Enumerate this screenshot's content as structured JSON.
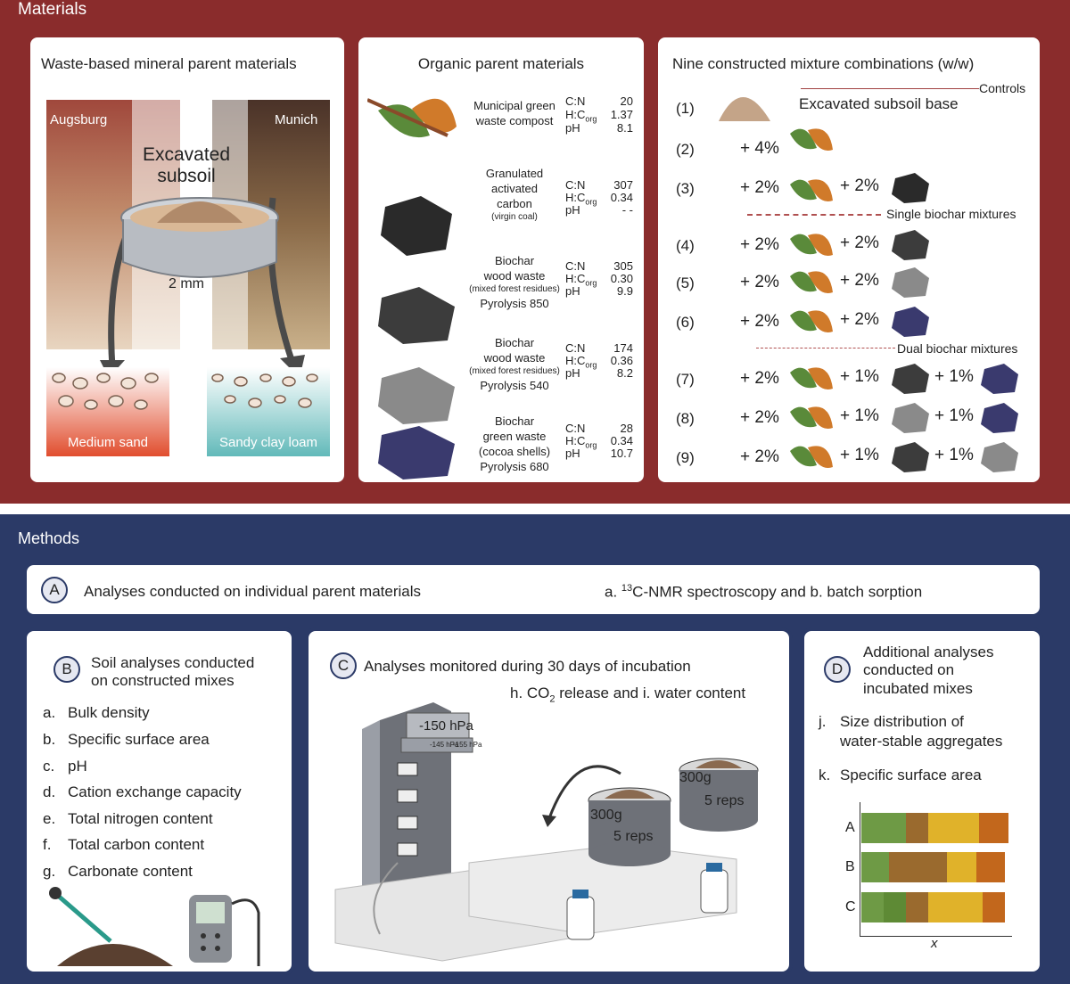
{
  "materials": {
    "section_title": "Materials",
    "mineral": {
      "title": "Waste-based mineral parent materials",
      "city_left": "Augsburg",
      "city_right": "Munich",
      "subsoil": [
        "Excavated",
        "subsoil"
      ],
      "sieve": "2 mm",
      "sand": "Medium sand",
      "loam": "Sandy clay loam"
    },
    "organic": {
      "title": "Organic parent materials",
      "items": [
        {
          "name": [
            "Municipal green",
            "waste compost"
          ],
          "cn": "20",
          "hc": "1.37",
          "ph": "8.1",
          "color": "#5a8a3a"
        },
        {
          "name": [
            "Granulated",
            "activated",
            "carbon",
            "(virgin coal)"
          ],
          "cn": "307",
          "hc": "0.34",
          "ph": "- -",
          "color": "#2a2a2a"
        },
        {
          "name": [
            "Biochar",
            "wood waste",
            "(mixed forest residues)",
            "Pyrolysis 850"
          ],
          "cn": "305",
          "hc": "0.30",
          "ph": "9.9",
          "color": "#3c3c3c"
        },
        {
          "name": [
            "Biochar",
            "wood waste",
            "(mixed forest residues)",
            "Pyrolysis 540"
          ],
          "cn": "174",
          "hc": "0.36",
          "ph": "8.2",
          "color": "#8a8a8a"
        },
        {
          "name": [
            "Biochar",
            "green waste",
            "(cocoa shells)",
            "Pyrolysis 680"
          ],
          "cn": "28",
          "hc": "0.34",
          "ph": "10.7",
          "color": "#3a3a6e"
        }
      ],
      "labels": {
        "cn": "C:N",
        "hc": "H:C",
        "hc_sub": "org",
        "ph": "pH"
      }
    },
    "mixtures": {
      "title": "Nine constructed mixture combinations (w/w)",
      "controls": "Controls",
      "base": "Excavated subsoil base",
      "single": "Single biochar mixtures",
      "dual": "Dual biochar mixtures",
      "rows": [
        {
          "id": "(1)"
        },
        {
          "id": "(2)",
          "p1": "+ 4%"
        },
        {
          "id": "(3)",
          "p1": "+ 2%",
          "p2": "+ 2%"
        },
        {
          "id": "(4)",
          "p1": "+ 2%",
          "p2": "+ 2%"
        },
        {
          "id": "(5)",
          "p1": "+ 2%",
          "p2": "+ 2%"
        },
        {
          "id": "(6)",
          "p1": "+ 2%",
          "p2": "+ 2%"
        },
        {
          "id": "(7)",
          "p1": "+ 2%",
          "p2": "+ 1%",
          "p3": "+ 1%"
        },
        {
          "id": "(8)",
          "p1": "+ 2%",
          "p2": "+ 1%",
          "p3": "+ 1%"
        },
        {
          "id": "(9)",
          "p1": "+ 2%",
          "p2": "+ 1%",
          "p3": "+ 1%"
        }
      ]
    }
  },
  "methods": {
    "section_title": "Methods",
    "A": {
      "badge": "A",
      "text": "Analyses conducted on individual parent materials",
      "right_a": "a.",
      "right_sup": "13",
      "right_b": "C-NMR spectroscopy and  b. batch sorption"
    },
    "B": {
      "badge": "B",
      "title": [
        "Soil analyses conducted",
        "on constructed mixes"
      ],
      "items": [
        {
          "k": "a.",
          "v": "Bulk density"
        },
        {
          "k": "b.",
          "v": "Specific surface area"
        },
        {
          "k": "c.",
          "v": "pH"
        },
        {
          "k": "d.",
          "v": "Cation exchange capacity"
        },
        {
          "k": "e.",
          "v": "Total nitrogen content"
        },
        {
          "k": "f.",
          "v": "Total carbon content"
        },
        {
          "k": "g.",
          "v": "Carbonate content"
        }
      ]
    },
    "C": {
      "badge": "C",
      "title": "Analyses monitored during 30 days of incubation",
      "sub_a": "h. CO",
      "sub_sub": "2",
      "sub_b": " release and i. water content",
      "display": "-150 hPa",
      "small1": "-145 hPa",
      "small2": "-155 hPa",
      "can_mass": "300g",
      "can_reps": "5 reps"
    },
    "D": {
      "badge": "D",
      "title": [
        "Additional analyses",
        "conducted on",
        "incubated mixes"
      ],
      "items": [
        {
          "k": "j.",
          "v": [
            "Size distribution of",
            "water-stable aggregates"
          ]
        },
        {
          "k": "k.",
          "v": [
            "Specific surface area"
          ]
        }
      ],
      "bars": [
        {
          "label": "A",
          "segments": [
            {
              "value": 26,
              "color": "#6e9a45"
            },
            {
              "value": 13,
              "color": "#9a6a2e"
            },
            {
              "value": 30,
              "color": "#e0b22a"
            },
            {
              "value": 17,
              "color": "#c2671c"
            }
          ]
        },
        {
          "label": "B",
          "segments": [
            {
              "value": 16,
              "color": "#6e9a45"
            },
            {
              "value": 34,
              "color": "#9a6a2e"
            },
            {
              "value": 17,
              "color": "#e0b22a"
            },
            {
              "value": 17,
              "color": "#c2671c"
            }
          ]
        },
        {
          "label": "C",
          "segments": [
            {
              "value": 13,
              "color": "#6e9a45"
            },
            {
              "value": 13,
              "color": "#5e8a35"
            },
            {
              "value": 13,
              "color": "#9a6a2e"
            },
            {
              "value": 32,
              "color": "#e0b22a"
            },
            {
              "value": 13,
              "color": "#c2671c"
            }
          ]
        }
      ],
      "x_label": "x"
    }
  }
}
